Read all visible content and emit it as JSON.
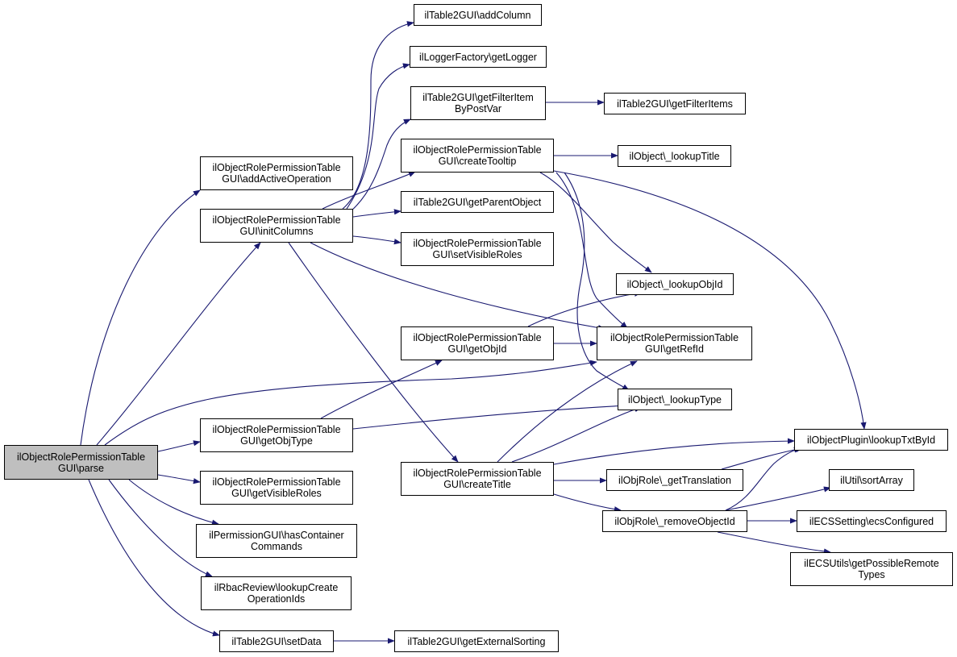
{
  "colors": {
    "edge": "#191970",
    "root_fill": "#bfbfbf",
    "node_fill": "#ffffff",
    "border": "#000000"
  },
  "nodes": {
    "parse": {
      "line1": "ilObjectRolePermissionTable",
      "line2": "GUI\\parse"
    },
    "addActiveOp": {
      "line1": "ilObjectRolePermissionTable",
      "line2": "GUI\\addActiveOperation"
    },
    "initColumns": {
      "line1": "ilObjectRolePermissionTable",
      "line2": "GUI\\initColumns"
    },
    "getObjType": {
      "line1": "ilObjectRolePermissionTable",
      "line2": "GUI\\getObjType"
    },
    "getVisibleRoles": {
      "line1": "ilObjectRolePermissionTable",
      "line2": "GUI\\getVisibleRoles"
    },
    "hasContainer": {
      "line1": "ilPermissionGUI\\hasContainer",
      "line2": "Commands"
    },
    "lookupCreate": {
      "line1": "ilRbacReview\\lookupCreate",
      "line2": "OperationIds"
    },
    "setData": {
      "line1": "ilTable2GUI\\setData"
    },
    "addColumn": {
      "line1": "ilTable2GUI\\addColumn"
    },
    "getLogger": {
      "line1": "ilLoggerFactory\\getLogger"
    },
    "getFilterItemBPV": {
      "line1": "ilTable2GUI\\getFilterItem",
      "line2": "ByPostVar"
    },
    "createTooltip": {
      "line1": "ilObjectRolePermissionTable",
      "line2": "GUI\\createTooltip"
    },
    "getParentObject": {
      "line1": "ilTable2GUI\\getParentObject"
    },
    "setVisibleRoles": {
      "line1": "ilObjectRolePermissionTable",
      "line2": "GUI\\setVisibleRoles"
    },
    "getObjId": {
      "line1": "ilObjectRolePermissionTable",
      "line2": "GUI\\getObjId"
    },
    "createTitle": {
      "line1": "ilObjectRolePermissionTable",
      "line2": "GUI\\createTitle"
    },
    "getExternalSort": {
      "line1": "ilTable2GUI\\getExternalSorting"
    },
    "getFilterItems": {
      "line1": "ilTable2GUI\\getFilterItems"
    },
    "lookupTitle": {
      "line1": "ilObject\\_lookupTitle"
    },
    "lookupObjId": {
      "line1": "ilObject\\_lookupObjId"
    },
    "getRefId": {
      "line1": "ilObjectRolePermissionTable",
      "line2": "GUI\\getRefId"
    },
    "lookupType": {
      "line1": "ilObject\\_lookupType"
    },
    "getTranslation": {
      "line1": "ilObjRole\\_getTranslation"
    },
    "removeObjectId": {
      "line1": "ilObjRole\\_removeObjectId"
    },
    "lookupTxtById": {
      "line1": "ilObjectPlugin\\lookupTxtById"
    },
    "sortArray": {
      "line1": "ilUtil\\sortArray"
    },
    "ecsConfigured": {
      "line1": "ilECSSetting\\ecsConfigured"
    },
    "getPossibleRemote": {
      "line1": "ilECSUtils\\getPossibleRemote",
      "line2": "Types"
    }
  }
}
